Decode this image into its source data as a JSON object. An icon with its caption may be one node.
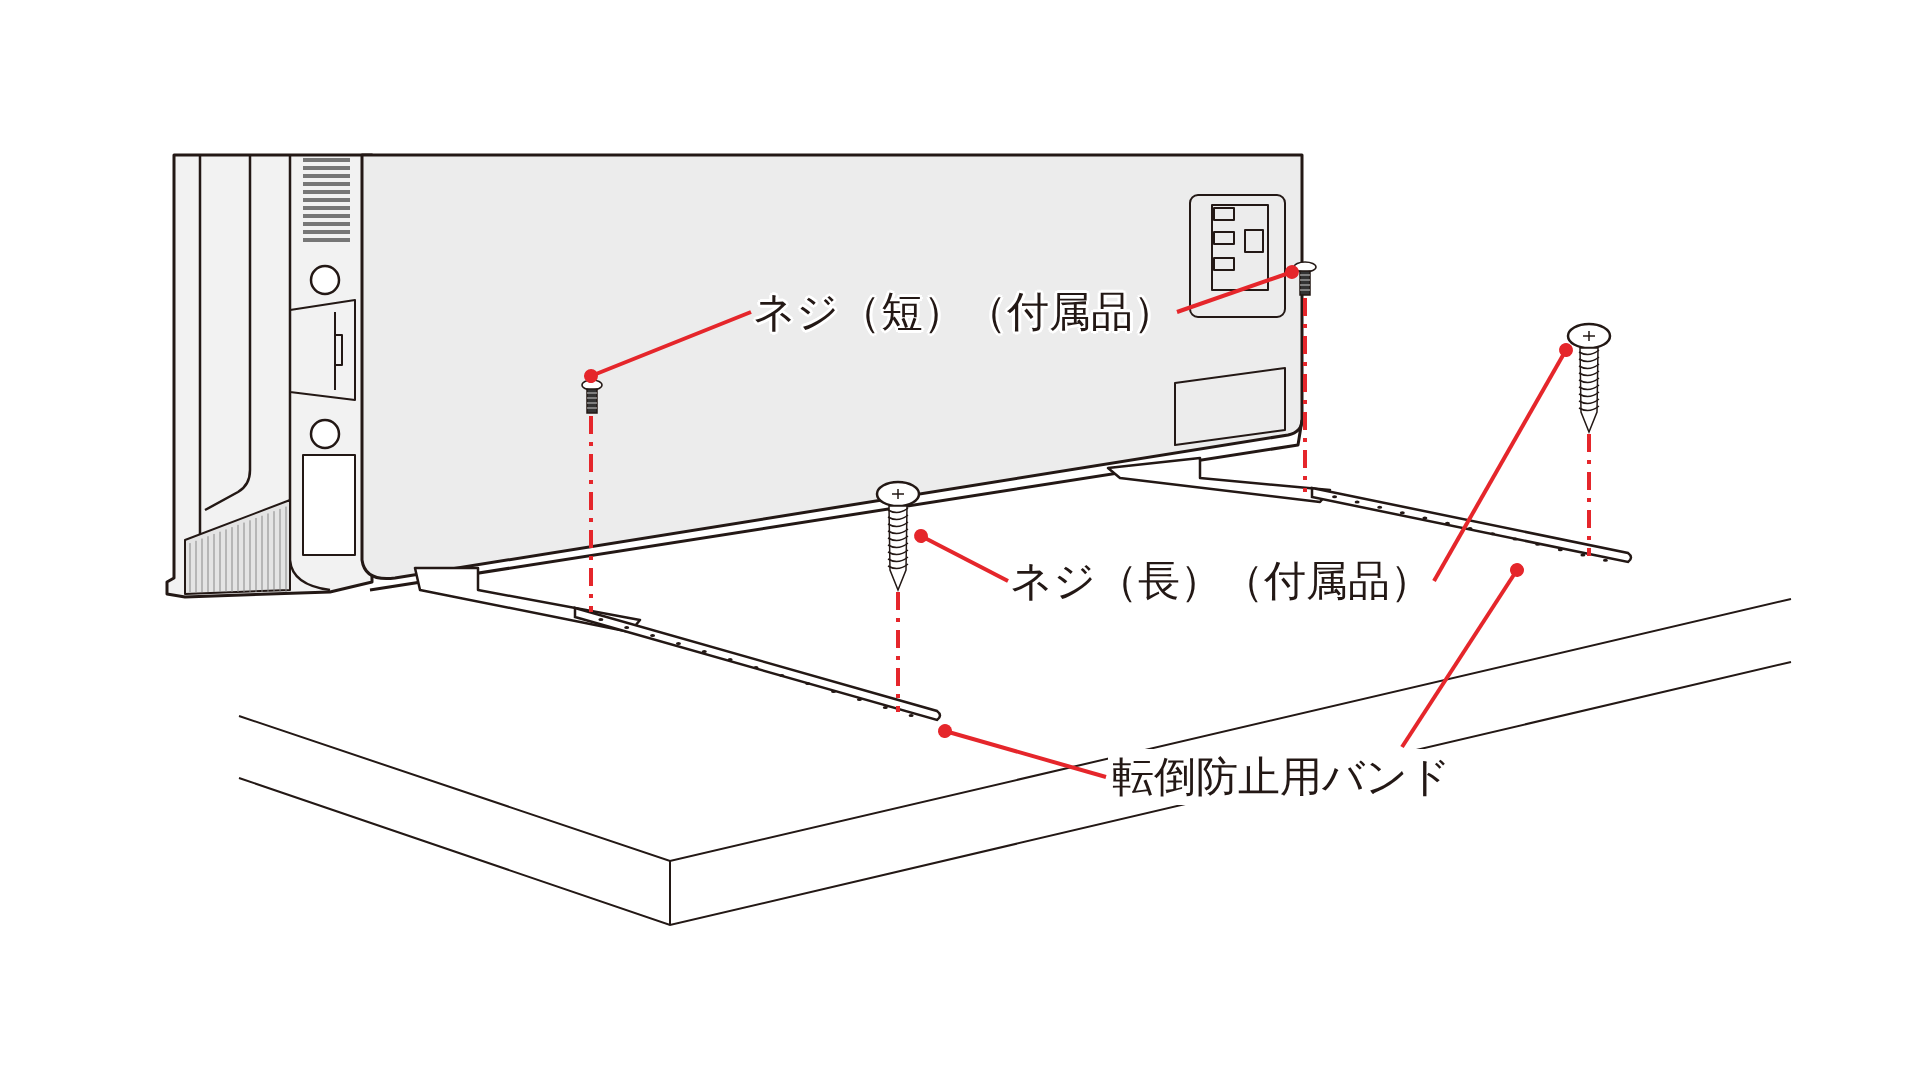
{
  "diagram": {
    "nodes": [
      {
        "text": [
          "ネジ（短）（付属品）"
        ]
      },
      {
        "text": [],
        "shape": "picture"
      },
      {
        "text": [],
        "shape": "picture"
      },
      {
        "text": [],
        "shape": "picture"
      },
      {
        "text": [
          "ネジ（長）（付属品）"
        ]
      },
      {
        "text": [],
        "shape": "picture"
      },
      {
        "text": [],
        "shape": "picture"
      },
      {
        "text": [],
        "shape": "picture"
      },
      {
        "text": [
          "転倒防止用バンド"
        ]
      }
    ],
    "edges": [
      {
        "from": 0,
        "to": 1,
        "arrow": "other"
      },
      {
        "from": 0,
        "to": 2,
        "arrow": "other"
      },
      {
        "from": 4,
        "to": 3,
        "arrow": "other"
      },
      {
        "from": 4,
        "to": 5,
        "arrow": "other"
      },
      {
        "from": 8,
        "to": 6,
        "arrow": "other"
      },
      {
        "from": 8,
        "to": 7,
        "arrow": "other"
      },
      {
        "from": 1,
        "to": 6,
        "arrow": "none",
        "style": "dashed"
      },
      {
        "from": 2,
        "to": 7,
        "arrow": "none",
        "style": "dashed"
      },
      {
        "from": 3,
        "to": 6,
        "arrow": "none",
        "style": "dashed"
      },
      {
        "from": 5,
        "to": 7,
        "arrow": "none",
        "style": "dashed"
      }
    ]
  }
}
